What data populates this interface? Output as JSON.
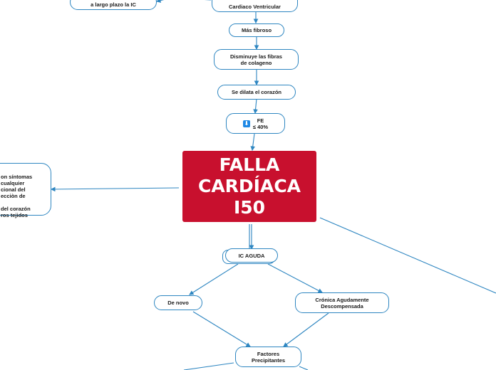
{
  "central": {
    "title": "FALLA\nCARDÍACA\nI50"
  },
  "nodes": {
    "top_left": "a largo plazo la IC",
    "top_center": "Cardiaco Ventricular",
    "mas_fibroso": "Más fibroso",
    "disminuye": "Disminuye las fibras\nde colageno",
    "dilata": "Se dilata el corazón",
    "fe_label": "FE\n≤ 40%",
    "ic_aguda": "IC AGUDA",
    "de_novo": "De novo",
    "cronica": "Crónica Agudamente\nDescompensada",
    "factores": "Factores\nPrecipitantes",
    "left_box": "on síntomas\ncualquier\ncional del\necciòn de\n\n del corazón\nros tejidos"
  },
  "icons": {
    "fe_icon": "download-arrow-icon"
  },
  "colors": {
    "central": "#c8102e",
    "border": "#2e86c1",
    "link": "#2e86c1",
    "icon": "#1e88e5"
  }
}
